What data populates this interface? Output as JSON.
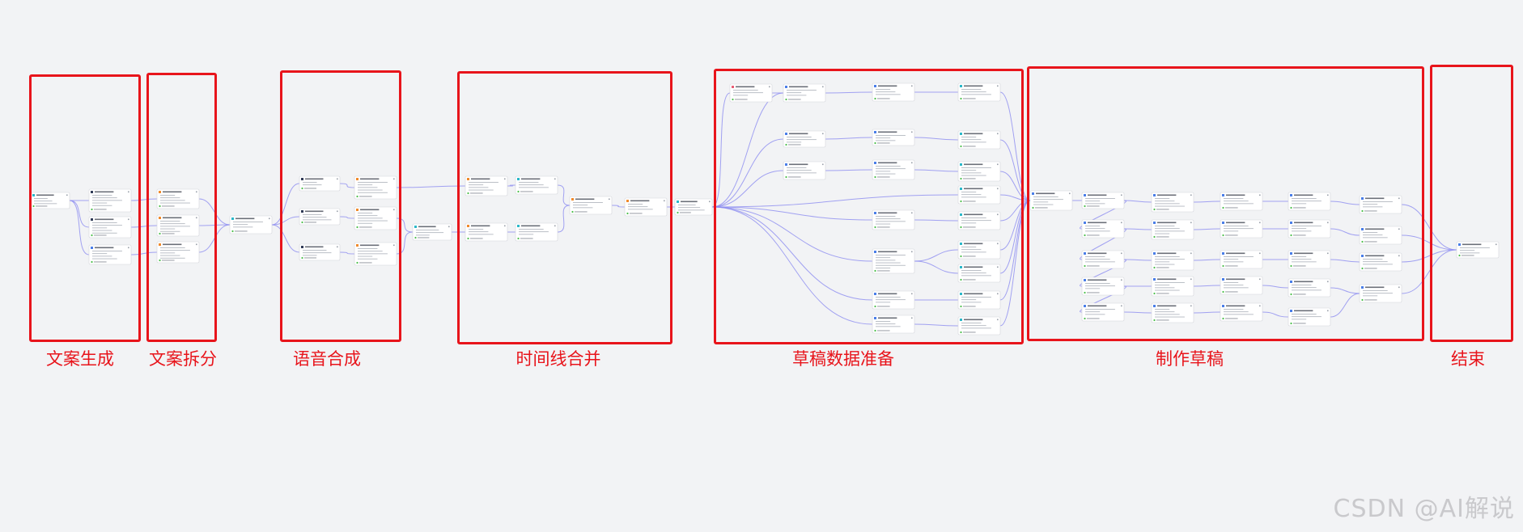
{
  "diagram": {
    "groups": [
      {
        "id": "g1",
        "label": "文案生成"
      },
      {
        "id": "g2",
        "label": "文案拆分"
      },
      {
        "id": "g3",
        "label": "语音合成"
      },
      {
        "id": "g4",
        "label": "时间线合并"
      },
      {
        "id": "g5",
        "label": "草稿数据准备"
      },
      {
        "id": "g6",
        "label": "制作草稿"
      },
      {
        "id": "g7",
        "label": "结束"
      }
    ],
    "watermark": "CSDN @AI解说"
  },
  "colors": {
    "frame": "#e8141b",
    "edge": "#8c8cf0",
    "canvas": "#f2f3f5",
    "node_icons": [
      "#e85d75",
      "#4a7ee8",
      "#2f3a56",
      "#f08a2c",
      "#2bb8c9",
      "#4cbf4c"
    ]
  }
}
